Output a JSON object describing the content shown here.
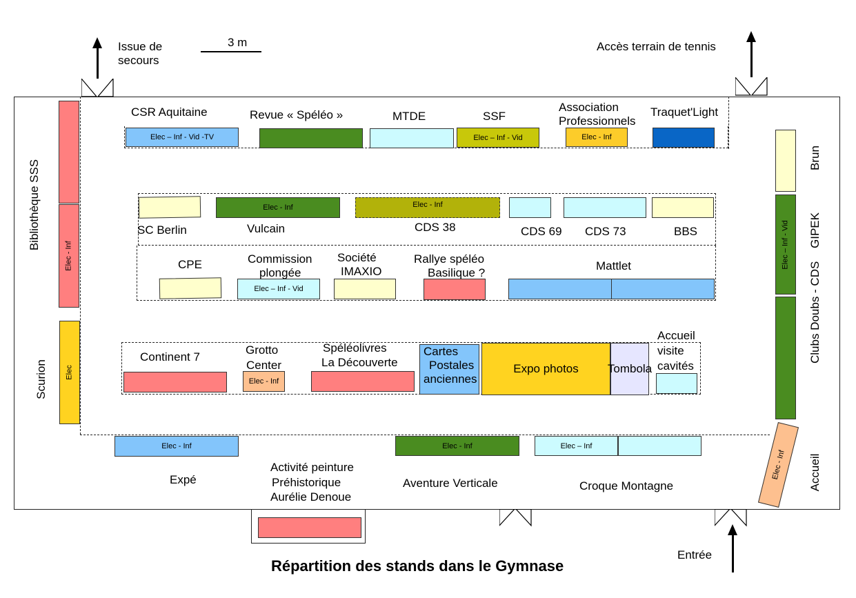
{
  "title": "Répartition des stands dans le Gymnase",
  "scale_label": "3 m",
  "exits": {
    "emergency": [
      "Issue de",
      "secours"
    ],
    "tennis": "Accès terrain de tennis",
    "entrance": "Entrée"
  },
  "colors": {
    "blue": "#83c5fb",
    "green": "#4a8c20",
    "lightcyan": "#ccfbff",
    "olive": "#c8c80a",
    "orange": "#fccc2a",
    "darkblue": "#0966c6",
    "cream": "#ffffcc",
    "red": "#ff7f7f",
    "yellow": "#ffd320",
    "peach": "#fdc08f",
    "lavender": "#e6e6ff",
    "olive2": "#b2b20a"
  },
  "labels": {
    "csr": "CSR Aquitaine",
    "revue": "Revue  « Spéléo »",
    "mtde": "MTDE",
    "ssf": "SSF",
    "assoc1": "Association",
    "assoc2": "Professionnels",
    "traquet": "Traquet'Light",
    "scberlin": "SC Berlin",
    "vulcain": "Vulcain",
    "cds38": "CDS 38",
    "cds69": "CDS 69",
    "cds73": "CDS 73",
    "bbs": "BBS",
    "cpe": "CPE",
    "commission1": "Commission",
    "commission2": "plongée",
    "societe1": "Société",
    "societe2": "IMAXIO",
    "rallye1": "Rallye spéléo",
    "rallye2": "Basilique ?",
    "mattlet": "Mattlet",
    "continent": "Continent 7",
    "grotto1": "Grotto",
    "grotto2": "Center",
    "speleo1": "Spéléolivres",
    "speleo2": "La Découverte",
    "cartes1": "Cartes",
    "cartes2": "Postales",
    "cartes3": "anciennes",
    "expo": "Expo photos",
    "tombola": "Tombola",
    "accueil1": "Accueil",
    "accueil2": "visite",
    "accueil3": "cavités",
    "expe": "Expé",
    "activite1": "Activité peinture",
    "activite2": "Préhistorique",
    "activite3": "Aurélie Denoue",
    "aventure": "Aventure Verticale",
    "croque": "Croque Montagne",
    "biblio": "Bibliothèque SSS",
    "scurion": "Scurion",
    "brun": "Brun",
    "gipek": "GIPEK",
    "clubs": "Clubs Doubs - CDS",
    "accueil_side": "Accueil"
  },
  "box_text": {
    "elec_inf_vid_tv": "Elec – Inf - Vid -TV",
    "elec_inf_vid": "Elec – Inf - Vid",
    "elec_inf": "Elec - Inf",
    "elec_inf2": "Elec – Inf",
    "elec": "Elec",
    "elec_inf_vid_v": "Elec – Inf - Vid"
  }
}
